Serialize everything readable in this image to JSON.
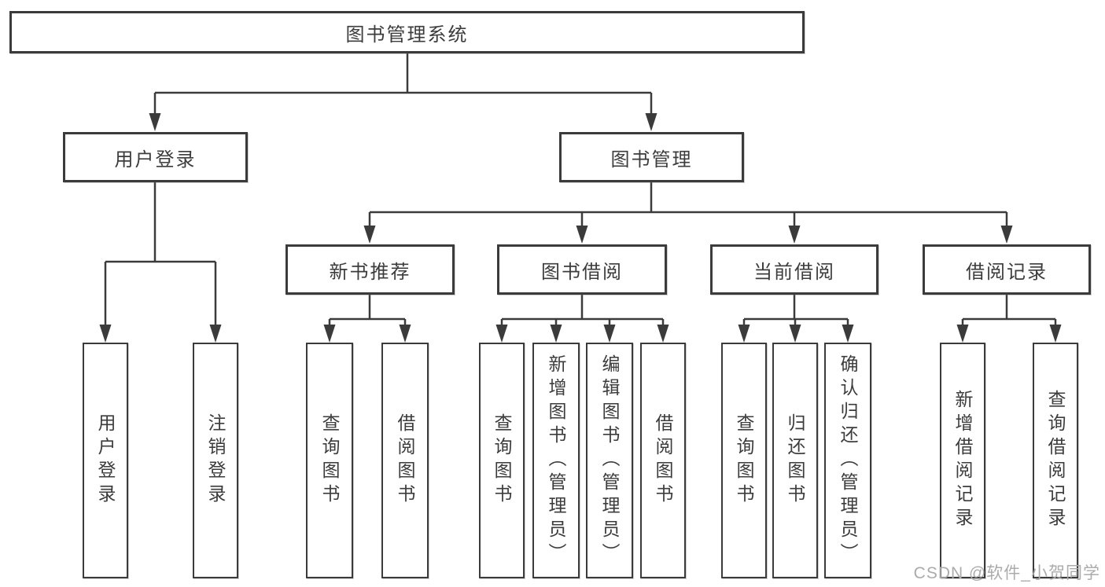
{
  "tree": {
    "label": "图书管理系统",
    "children": [
      {
        "label": "用户登录",
        "children": [
          {
            "label": "用户登录"
          },
          {
            "label": "注销登录"
          }
        ]
      },
      {
        "label": "图书管理",
        "children": [
          {
            "label": "新书推荐",
            "children": [
              {
                "label": "查询图书"
              },
              {
                "label": "借阅图书"
              }
            ]
          },
          {
            "label": "图书借阅",
            "children": [
              {
                "label": "查询图书"
              },
              {
                "label": "新增图书（管理员）"
              },
              {
                "label": "编辑图书（管理员）"
              },
              {
                "label": "借阅图书"
              }
            ]
          },
          {
            "label": "当前借阅",
            "children": [
              {
                "label": "查询图书"
              },
              {
                "label": "归还图书"
              },
              {
                "label": "确认归还（管理员）"
              }
            ]
          },
          {
            "label": "借阅记录",
            "children": [
              {
                "label": "新增借阅记录"
              },
              {
                "label": "查询借阅记录"
              }
            ]
          }
        ]
      }
    ]
  },
  "watermark": {
    "text": "CSDN @软件_小贺同学"
  },
  "colors": {
    "line": "#3b3b3b",
    "box_border": "#3b3b3b",
    "text": "#3c3c3c",
    "watermark": "#ababab",
    "background": "#ffffff"
  }
}
